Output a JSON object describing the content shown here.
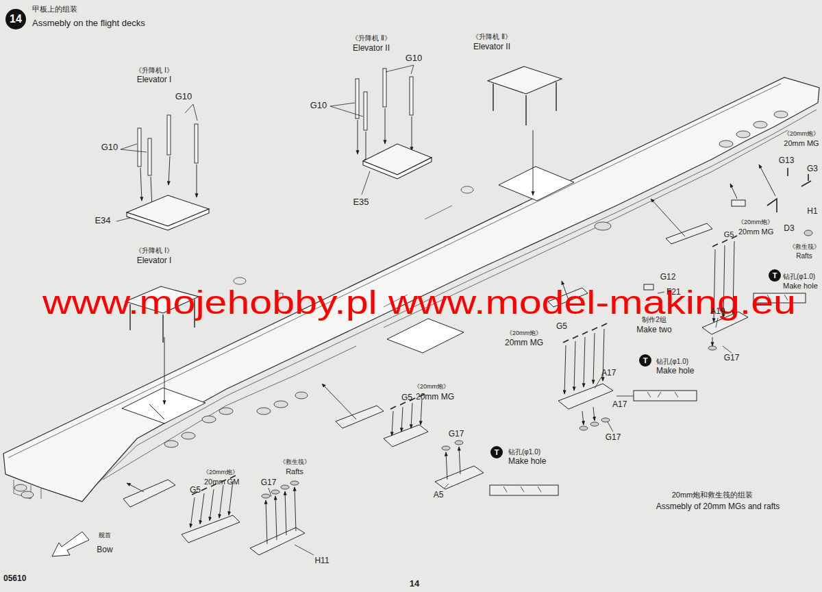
{
  "diagram": {
    "title": "Assmebly on the flight decks",
    "nodes": [
      {
        "text": [
          "14"
        ]
      },
      {
        "text": [
          "T"
        ]
      },
      {
        "text": [
          "T"
        ]
      },
      {
        "text": [
          "T"
        ]
      }
    ],
    "labels": [
      "甲板上的组装",
      "《升降机 Ⅰ》",
      "Elevator I",
      "G10",
      "G10",
      "E34",
      "《升降机 Ⅱ》",
      "Elevator II",
      "G10",
      "G10",
      "E35",
      "《升降机 Ⅱ》",
      "Elevator II",
      "《升降机 Ⅰ》",
      "Elevator I",
      "www.mojehobby.pl www.model-making.eu",
      "《20mm炮》",
      "20mm MG",
      "G13",
      "G3",
      "H1",
      "D3",
      "《救生筏》",
      "Rafts",
      "《20mm炮》",
      "20mm MG",
      "G5",
      "钻孔(φ1.0)",
      "Make hole",
      "G12",
      "F21",
      "制作2组",
      "Make two",
      "A19",
      "G17",
      "《20mm炮》",
      "20mm MG",
      "G5",
      "钻孔(φ1.0)",
      "Make hole",
      "A17",
      "A17",
      "G17",
      "《20mm炮》",
      "20mm MG",
      "G5",
      "G17",
      "钻孔(φ1.0)",
      "Make hole",
      "A5",
      "《20mm炮》",
      "20mm GM",
      "G5",
      "《救生筏》",
      "Rafts",
      "G17",
      "H11",
      "舰首",
      "Bow",
      "20mm炮和救生筏的组装",
      "Assmebly of 20mm MGs and rafts",
      "05610",
      "14"
    ]
  }
}
